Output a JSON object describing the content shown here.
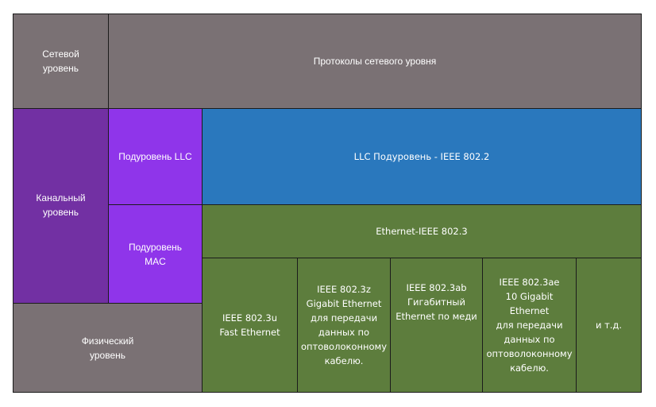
{
  "cells": {
    "network_layer": "Сетевой\nуровень",
    "network_protocols": "Протоколы сетевого уровня",
    "data_link_layer": "Канальный\nуровень",
    "llc_sublayer": "Подуровень LLC",
    "llc_standard": "LLC Подуровень - IEEE 802.2",
    "mac_sublayer": "Подуровень\nMAC",
    "ethernet_standard": "Ethernet-IEEE 802.3",
    "physical_layer": "Физический\nуровень",
    "std_8023u": "IEEE 802.3u\nFast Ethernet",
    "std_8023z": "IEEE 802.3z\nGigabit Ethernet\nдля передачи\nданных по\nоптоволоконному\nкабелю.",
    "std_8023ab": "IEEE 802.3ab\nГигабитный\nEthernet по меди",
    "std_8023ae": "IEEE 802.3ae\n10 Gigabit\nEthernet\nдля передачи\nданных по\nоптоволоконному\nкабелю.",
    "etc": "и т.д."
  },
  "colors": {
    "gray": "#7a7174",
    "purple_dark": "#7230a3",
    "purple": "#8f35ea",
    "blue": "#2a78bd",
    "green": "#5d7d3d"
  }
}
